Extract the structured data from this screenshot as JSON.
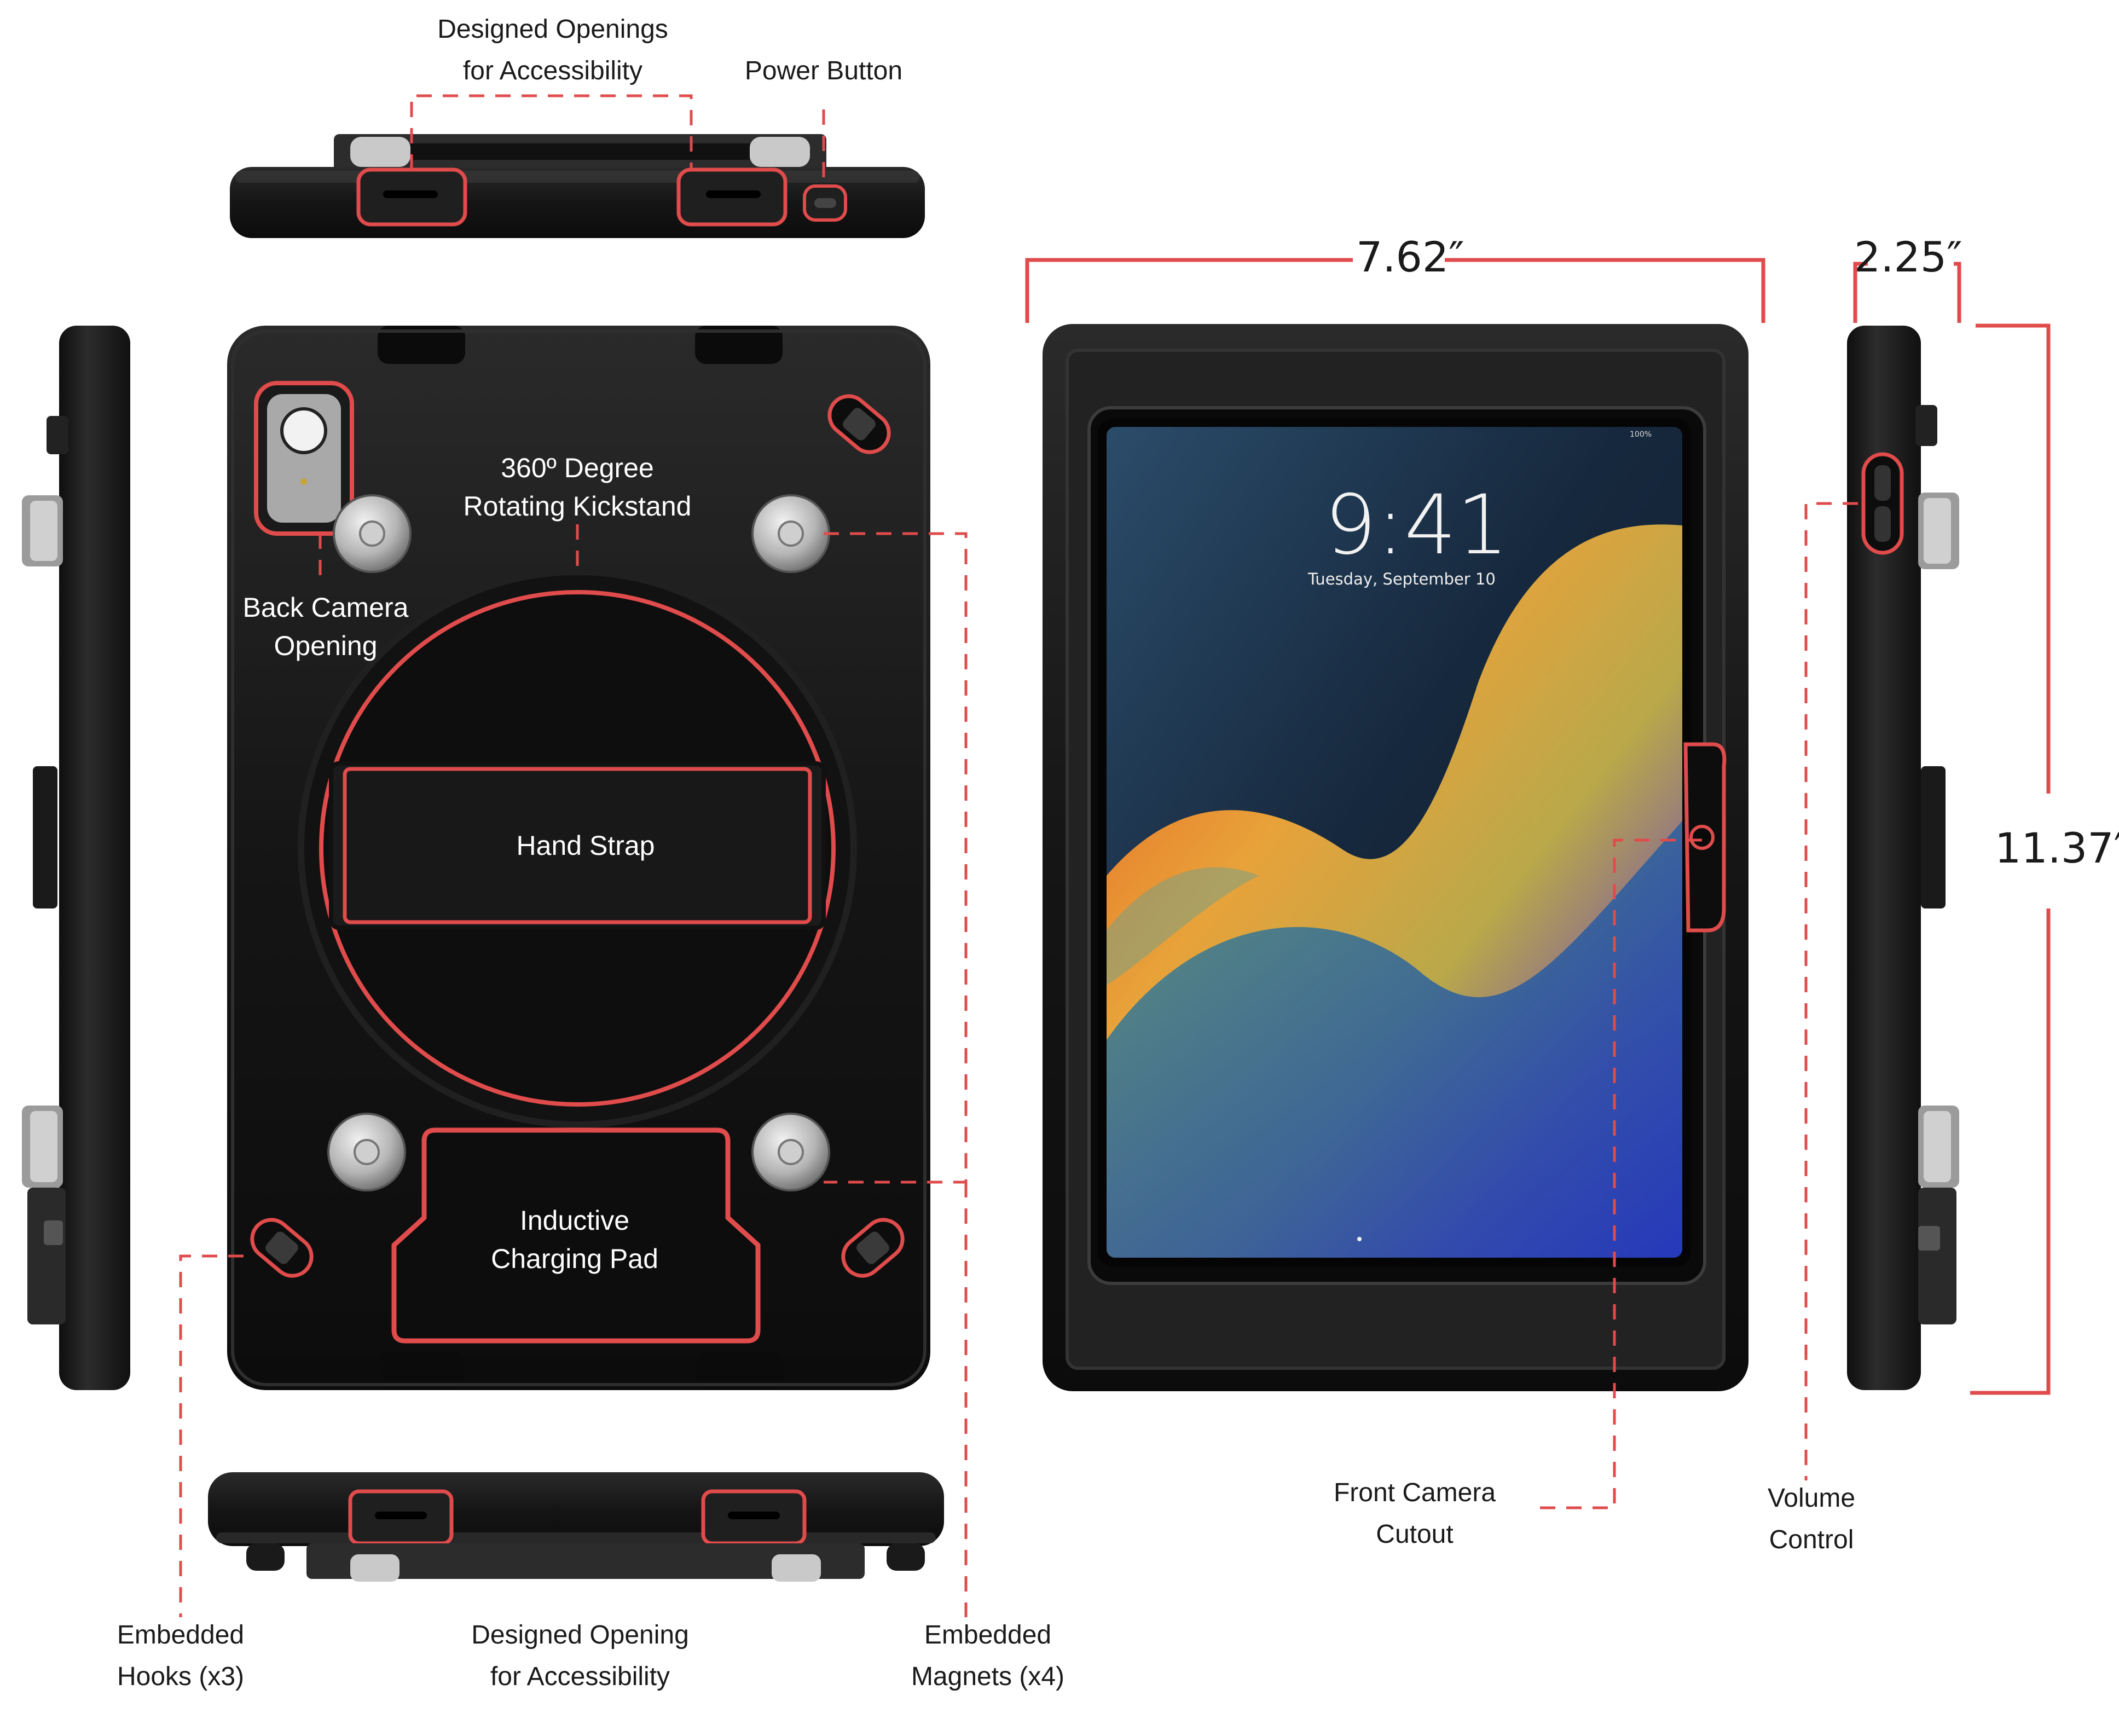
{
  "colors": {
    "accent": "#e04b4b",
    "case": "#161616",
    "background": "#ffffff"
  },
  "labels": {
    "designed_openings_top": [
      "Designed Openings",
      "for Accessibility"
    ],
    "power_button": "Power Button",
    "kickstand": [
      "360º Degree",
      "Rotating Kickstand"
    ],
    "back_camera": [
      "Back Camera",
      "Opening"
    ],
    "hand_strap": "Hand Strap",
    "charging_pad": [
      "Inductive",
      "Charging Pad"
    ],
    "embedded_hooks": [
      "Embedded",
      "Hooks (x3)"
    ],
    "designed_opening_bottom": [
      "Designed Opening",
      "for Accessibility"
    ],
    "embedded_magnets": [
      "Embedded",
      "Magnets (x4)"
    ],
    "front_camera": [
      "Front Camera",
      "Cutout"
    ],
    "volume_control": [
      "Volume",
      "Control"
    ]
  },
  "dimensions": {
    "width": "7.62″",
    "depth": "2.25″",
    "height": "11.37″"
  },
  "screen": {
    "time": "9:41",
    "date": "Tuesday, September 10",
    "battery": "100%"
  },
  "icons": [
    "camera-icon",
    "magnet-icon",
    "hook-icon",
    "power-button-icon",
    "volume-button-icon"
  ]
}
